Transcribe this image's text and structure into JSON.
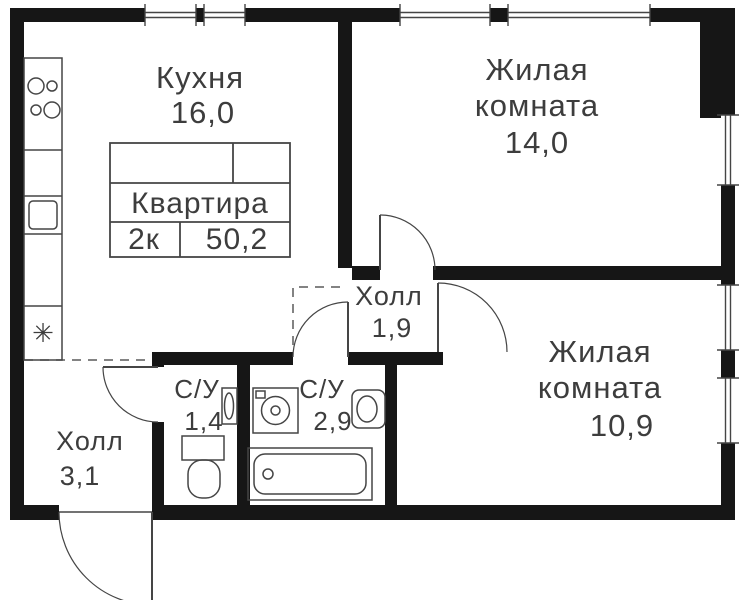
{
  "plan": {
    "background": "#ffffff",
    "colors": {
      "wall": "#161616",
      "line": "#454545",
      "dash": "#5a5a5a",
      "text": "#3d3d3d"
    },
    "title_block": {
      "name": "Квартира",
      "rooms_count": "2к",
      "total_area": "50,2"
    },
    "rooms": [
      {
        "name": "Кухня",
        "area": "16,0"
      },
      {
        "name": "Жилая комната",
        "name_line1": "Жилая",
        "name_line2": "комната",
        "area": "14,0"
      },
      {
        "name": "Жилая комната",
        "name_line1": "Жилая",
        "name_line2": "комната",
        "area": "10,9"
      },
      {
        "name": "Холл",
        "area": "1,9"
      },
      {
        "name": "С/У",
        "area": "1,4"
      },
      {
        "name": "С/У",
        "area": "2,9"
      },
      {
        "name": "Холл",
        "area": "3,1"
      }
    ],
    "icons": {
      "kitchen": [
        "stove-icon",
        "kitchen-sink-icon",
        "fridge-icon"
      ],
      "bath_small": [
        "toilet-icon",
        "washbasin-icon"
      ],
      "bath_big": [
        "washing-machine-icon",
        "washbasin-icon",
        "bathtub-icon"
      ],
      "fridge_glyph": "✳"
    }
  }
}
